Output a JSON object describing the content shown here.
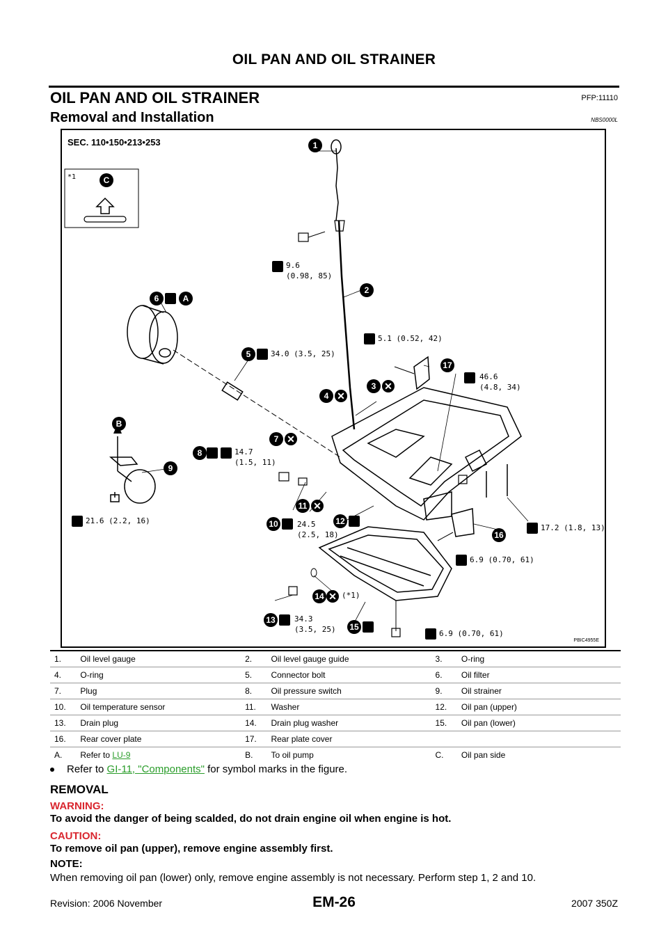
{
  "header": {
    "title": "OIL PAN AND OIL STRAINER"
  },
  "section": {
    "title": "OIL PAN AND OIL STRAINER",
    "pfp": "PFP:11110"
  },
  "subsection": {
    "title": "Removal and Installation",
    "code": "NBS0000L"
  },
  "figure": {
    "sec": "SEC. 110•150•213•253",
    "star1": "*1",
    "pbic": "PBIC4955E",
    "torques": {
      "t1": "9.6",
      "t1b": "(0.98, 85)",
      "t2": "5.1 (0.52, 42)",
      "t3": "34.0 (3.5, 25)",
      "t4": "46.6",
      "t4b": "(4.8, 34)",
      "t5": "14.7",
      "t5b": "(1.5, 11)",
      "t6": "21.6 (2.2, 16)",
      "t7": "24.5",
      "t7b": "(2.5, 18)",
      "t8": "17.2 (1.8, 13)",
      "t9": "6.9 (0.70, 61)",
      "t10": "(*1)",
      "t11": "34.3",
      "t11b": "(3.5, 25)",
      "t12": "6.9 (0.70, 61)"
    },
    "callouts": {
      "n1": "1",
      "n2": "2",
      "n3": "3",
      "n4": "4",
      "n5": "5",
      "n6": "6",
      "n7": "7",
      "n8": "8",
      "n9": "9",
      "n10": "10",
      "n11": "11",
      "n12": "12",
      "n13": "13",
      "n14": "14",
      "n15": "15",
      "n16": "16",
      "n17": "17",
      "A": "A",
      "B": "B",
      "C": "C"
    }
  },
  "parts": [
    [
      [
        "1.",
        "Oil level gauge"
      ],
      [
        "2.",
        "Oil level gauge guide"
      ],
      [
        "3.",
        "O-ring"
      ]
    ],
    [
      [
        "4.",
        "O-ring"
      ],
      [
        "5.",
        "Connector bolt"
      ],
      [
        "6.",
        "Oil filter"
      ]
    ],
    [
      [
        "7.",
        "Plug"
      ],
      [
        "8.",
        "Oil pressure switch"
      ],
      [
        "9.",
        "Oil strainer"
      ]
    ],
    [
      [
        "10.",
        "Oil temperature sensor"
      ],
      [
        "11.",
        "Washer"
      ],
      [
        "12.",
        "Oil pan (upper)"
      ]
    ],
    [
      [
        "13.",
        "Drain plug"
      ],
      [
        "14.",
        "Drain plug washer"
      ],
      [
        "15.",
        "Oil pan (lower)"
      ]
    ],
    [
      [
        "16.",
        "Rear cover plate"
      ],
      [
        "17.",
        "Rear plate cover"
      ],
      [
        "",
        ""
      ]
    ],
    [
      [
        "A.",
        "Refer to "
      ],
      [
        "B.",
        "To oil pump"
      ],
      [
        "C.",
        "Oil pan side"
      ]
    ]
  ],
  "parts_link": "LU-9",
  "bullet": {
    "pre": "Refer to ",
    "link": "GI-11, \"Components\"",
    "post": " for symbol marks in the figure."
  },
  "removal": {
    "heading": "REMOVAL",
    "warning_label": "WARNING:",
    "warning_text": "To avoid the danger of being scalded, do not drain engine oil when engine is hot.",
    "caution_label": "CAUTION:",
    "caution_text": "To remove oil pan (upper), remove engine assembly first.",
    "note_label": "NOTE:",
    "note_text": "When removing oil pan (lower) only, remove engine assembly is not necessary. Perform step 1, 2 and 10."
  },
  "footer": {
    "page": "EM-26",
    "revision": "Revision: 2006 November",
    "model": "2007 350Z"
  }
}
